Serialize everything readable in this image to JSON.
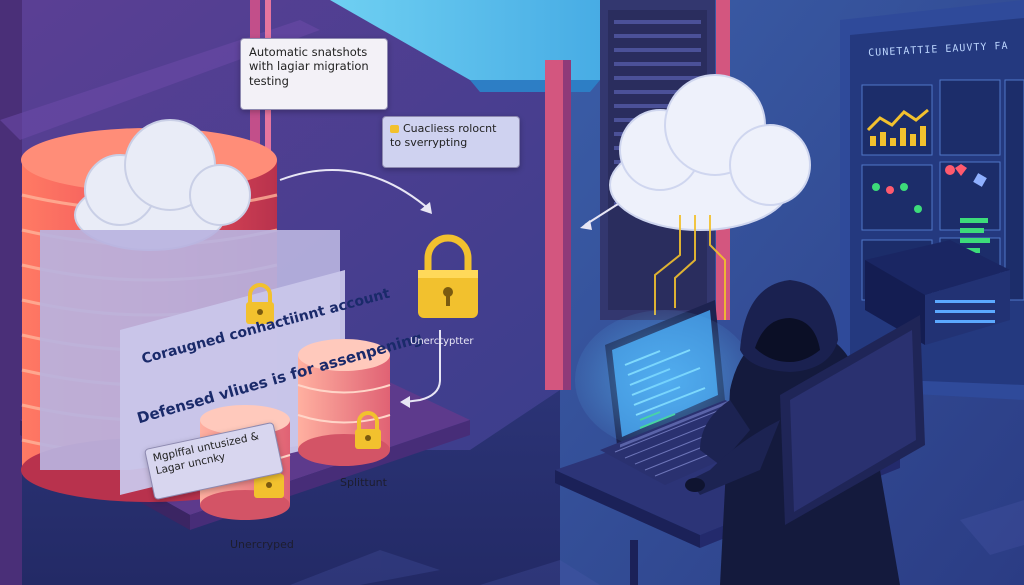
{
  "notes": {
    "snapshot": {
      "line1": "Automatic snatshots",
      "line2": "with lagiar migration",
      "line3": "testing"
    },
    "encrypt": {
      "line1": "Cuacliess rolocnt",
      "line2": "to sverrypting"
    }
  },
  "panel": {
    "line1": "Coraugned conhactiinnt account",
    "line2": "Defensed vliues is for assenpening"
  },
  "small_note": {
    "line1": "Mgplffal untusized &",
    "line2": "Lagar    uncnky"
  },
  "labels": {
    "unencrypted_lock": "Unerctyptter",
    "unencrypted_bottom": "Unercryped",
    "split": "Splittunt"
  },
  "dashboard": {
    "title": "CUNETATTIE EAUVTY FA"
  },
  "colors": {
    "background": "#2a2f6e",
    "db_red": "#f0535b",
    "lock_yellow": "#f2c12e",
    "cloud": "#eef1fb",
    "screen": "#3f8fd8"
  }
}
